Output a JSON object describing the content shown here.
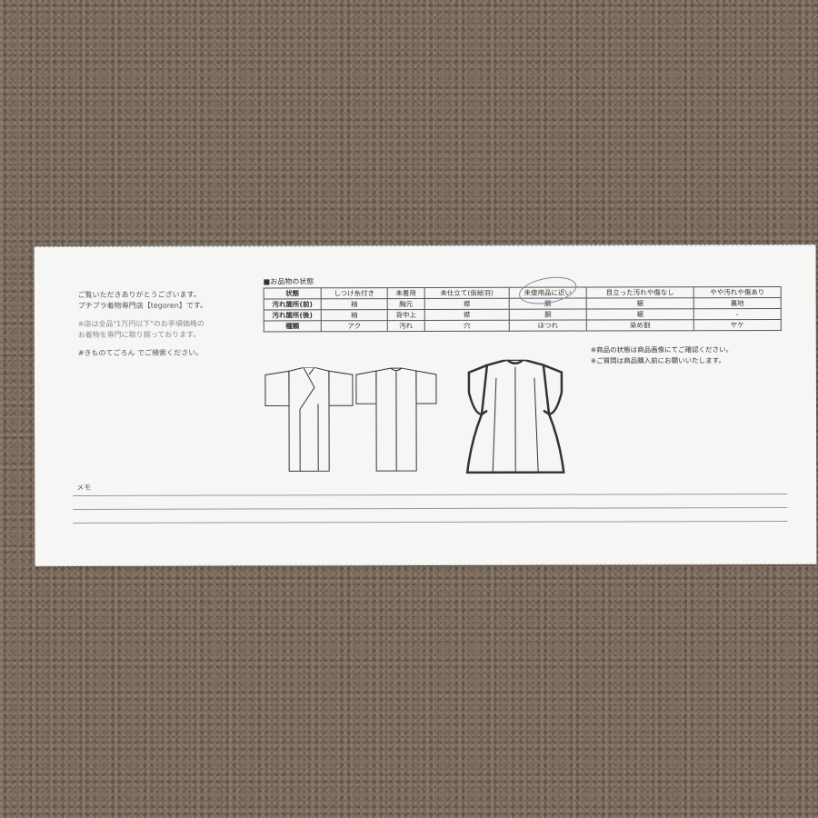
{
  "card": {
    "intro_lines": [
      "ご覧いただきありがとうございます。",
      "プチプラ着物専門店【tegoren】です。",
      "※店は全品\"1万円以下\"のお手頃価格の",
      "お着物を専門に取り揃っております。",
      "#きものてごろん でご検索ください。"
    ],
    "section_title": "■お品物の状態",
    "table": {
      "columns": [
        "状態",
        "しつけ糸付き",
        "未着用",
        "未仕立て(仮絵羽)",
        "未使用品に近い",
        "目立った汚れや傷なし",
        "やや汚れや傷あり"
      ],
      "rows": [
        [
          "汚れ箇所(前)",
          "袖",
          "胸元",
          "襟",
          "胴",
          "裾",
          "裏地"
        ],
        [
          "汚れ箇所(後)",
          "袖",
          "背中上",
          "襟",
          "胴",
          "裾",
          "-"
        ],
        [
          "種類",
          "アク",
          "汚れ",
          "穴",
          "ほつれ",
          "染め割",
          "ヤケ"
        ]
      ]
    },
    "notes": [
      "※商品の状態は商品画像にてご確認ください。",
      "※ご質問は商品購入前にお願いいたします。"
    ],
    "memo_label": "メモ",
    "mark_color": "#7888a8"
  }
}
